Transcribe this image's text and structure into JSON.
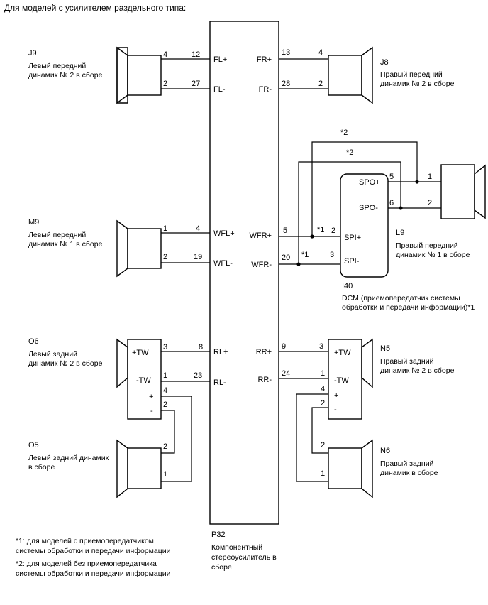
{
  "header": "Для моделей с усилителем раздельного типа:",
  "amplifier": {
    "code": "P32",
    "name": [
      "Компонентный",
      "стереоусилитель в",
      "сборе"
    ],
    "left_terminals": [
      "FL+",
      "FL-",
      "WFL+",
      "WFL-",
      "RL+",
      "RL-"
    ],
    "right_terminals": [
      "FR+",
      "FR-",
      "WFR+",
      "WFR-",
      "RR+",
      "RR-"
    ]
  },
  "dcm": {
    "code": "I40",
    "name": [
      "DCM (приемопередатчик системы",
      "обработки и передачи информации)*1"
    ],
    "terminals": [
      "SPO+",
      "SPO-",
      "SPI+",
      "SPI-"
    ],
    "pins": [
      "5",
      "6",
      "2",
      "3"
    ]
  },
  "speakers": {
    "j9": {
      "code": "J9",
      "name": [
        "Левый передний",
        "динамик № 2 в сборе"
      ],
      "pins": [
        "4",
        "2"
      ],
      "amp_pins": [
        "12",
        "27"
      ]
    },
    "j8": {
      "code": "J8",
      "name": [
        "Правый передний",
        "динамик № 2 в сборе"
      ],
      "pins": [
        "4",
        "2"
      ],
      "amp_pins": [
        "13",
        "28"
      ]
    },
    "m9": {
      "code": "M9",
      "name": [
        "Левый передний",
        "динамик № 1 в сборе"
      ],
      "pins": [
        "1",
        "2"
      ],
      "amp_pins": [
        "4",
        "19"
      ]
    },
    "l9": {
      "code": "L9",
      "name": [
        "Правый передний",
        "динамик № 1 в сборе"
      ],
      "pins": [
        "1",
        "2"
      ],
      "amp_pins": [
        "5",
        "20"
      ]
    },
    "o6": {
      "code": "O6",
      "name": [
        "Левый задний",
        "динамик № 2 в сборе"
      ],
      "pins": [
        "3",
        "1",
        "4",
        "2"
      ],
      "amp_pins": [
        "8",
        "23"
      ],
      "labels": [
        "+TW",
        "-TW",
        "+",
        "-"
      ]
    },
    "n5": {
      "code": "N5",
      "name": [
        "Правый задний",
        "динамик № 2 в сборе"
      ],
      "pins": [
        "3",
        "1",
        "4",
        "2"
      ],
      "amp_pins": [
        "9",
        "24"
      ],
      "labels": [
        "+TW",
        "-TW",
        "+",
        "-"
      ]
    },
    "o5": {
      "code": "O5",
      "name": [
        "Левый задний динамик",
        "в сборе"
      ],
      "pins": [
        "2",
        "1"
      ]
    },
    "n6": {
      "code": "N6",
      "name": [
        "Правый задний",
        "динамик в сборе"
      ],
      "pins": [
        "2",
        "1"
      ]
    }
  },
  "marks": {
    "m1": "*1",
    "m2": "*2"
  },
  "footnotes": [
    [
      "*1: для моделей с приемопередатчиком",
      "системы обработки и передачи информации"
    ],
    [
      "*2: для моделей без приемопередатчика",
      "системы обработки и передачи информации"
    ]
  ]
}
